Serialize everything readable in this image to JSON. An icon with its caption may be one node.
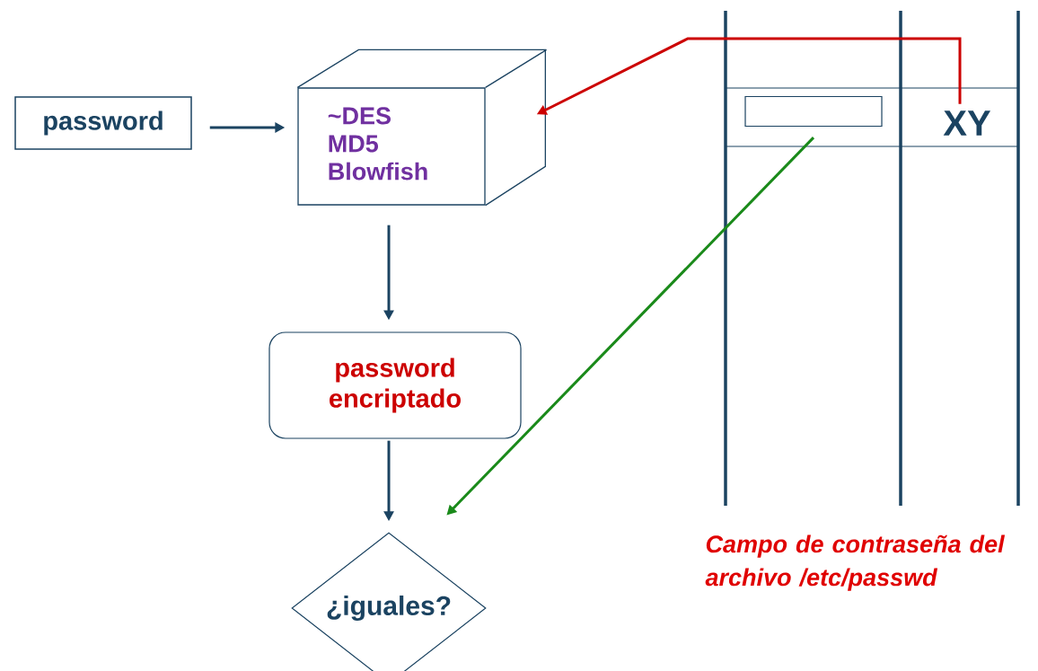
{
  "diagram": {
    "nodes": [
      {
        "text": [
          "password"
        ]
      },
      {
        "text": [
          "~DES",
          "MD5",
          "Blowfish"
        ]
      },
      {
        "text": [
          "password encriptado"
        ]
      },
      {
        "text": [
          "¿iguales?"
        ]
      },
      {
        "text": [],
        "shape": "box"
      },
      {
        "text": [
          "XY"
        ]
      }
    ],
    "edges": [
      {
        "from": 0,
        "to": 1,
        "arrow": "to"
      },
      {
        "from": 1,
        "to": 2,
        "arrow": "to"
      },
      {
        "from": 2,
        "to": 3,
        "arrow": "to"
      },
      {
        "from": 5,
        "to": 1,
        "arrow": "to",
        "color": "#cc0000"
      },
      {
        "from": 4,
        "to": 3,
        "arrow": "to",
        "color": "#1a8a1a"
      }
    ],
    "labels": [
      "Campo de contraseña del archivo /etc/passwd"
    ]
  }
}
